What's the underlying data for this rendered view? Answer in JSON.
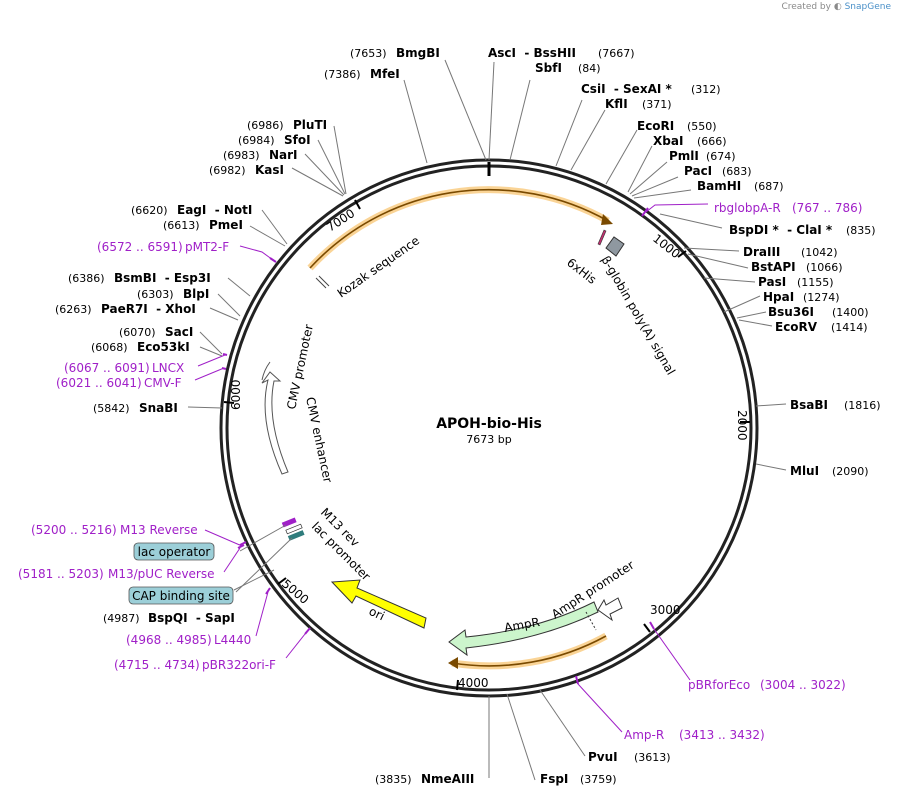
{
  "credit": {
    "prefix": "Created by",
    "brand": "SnapGene"
  },
  "plasmid": {
    "name": "APOH-bio-His",
    "size_label": "7673 bp"
  },
  "ticks": [
    "1000",
    "2000",
    "3000",
    "4000",
    "5000",
    "6000",
    "7000"
  ],
  "sites": [
    {
      "pos": "(7653)",
      "name": "BmgBI"
    },
    {
      "pos": "(7386)",
      "name": "MfeI"
    },
    {
      "name": "AscI  - BssHII",
      "pos": "(7667)"
    },
    {
      "name": "SbfI",
      "pos": "(84)"
    },
    {
      "name": "CsiI  - SexAI *",
      "pos": "(312)"
    },
    {
      "name": "KflI",
      "pos": "(371)"
    },
    {
      "name": "EcoRI",
      "pos": "(550)"
    },
    {
      "name": "XbaI",
      "pos": "(666)"
    },
    {
      "name": "PmlI",
      "pos": "(674)"
    },
    {
      "name": "PacI",
      "pos": "(683)"
    },
    {
      "name": "BamHI",
      "pos": "(687)"
    },
    {
      "name": "BspDI *  - ClaI *",
      "pos": "(835)"
    },
    {
      "name": "DraIII",
      "pos": "(1042)"
    },
    {
      "name": "BstAPI",
      "pos": "(1066)"
    },
    {
      "name": "PasI",
      "pos": "(1155)"
    },
    {
      "name": "HpaI",
      "pos": "(1274)"
    },
    {
      "name": "Bsu36I",
      "pos": "(1400)"
    },
    {
      "name": "EcoRV",
      "pos": "(1414)"
    },
    {
      "name": "BsaBI",
      "pos": "(1816)"
    },
    {
      "name": "MluI",
      "pos": "(2090)"
    },
    {
      "name": "PvuI",
      "pos": "(3613)"
    },
    {
      "name": "FspI",
      "pos": "(3759)"
    },
    {
      "pos": "(3835)",
      "name": "NmeAIII"
    },
    {
      "pos": "(4987)",
      "name": "BspQI  - SapI"
    },
    {
      "pos": "(5842)",
      "name": "SnaBI"
    },
    {
      "pos": "(6068)",
      "name": "Eco53kI"
    },
    {
      "pos": "(6070)",
      "name": "SacI"
    },
    {
      "pos": "(6263)",
      "name": "PaeR7I  - XhoI"
    },
    {
      "pos": "(6303)",
      "name": "BlpI"
    },
    {
      "pos": "(6386)",
      "name": "BsmBI  - Esp3I"
    },
    {
      "pos": "(6613)",
      "name": "PmeI"
    },
    {
      "pos": "(6620)",
      "name": "EagI  - NotI"
    },
    {
      "pos": "(6982)",
      "name": "KasI"
    },
    {
      "pos": "(6983)",
      "name": "NarI"
    },
    {
      "pos": "(6984)",
      "name": "SfoI"
    },
    {
      "pos": "(6986)",
      "name": "PluTI"
    }
  ],
  "primers": [
    {
      "name": "rbglobpA-R",
      "range": "(767 .. 786)"
    },
    {
      "name": "pBRforEco",
      "range": "(3004 .. 3022)"
    },
    {
      "name": "Amp-R",
      "range": "(3413 .. 3432)"
    },
    {
      "range": "(4715 .. 4734)",
      "name": "pBR322ori-F"
    },
    {
      "range": "(4968 .. 4985)",
      "name": "L4440"
    },
    {
      "range": "(5181 .. 5203)",
      "name": "M13/pUC Reverse"
    },
    {
      "range": "(5200 .. 5216)",
      "name": "M13 Reverse"
    },
    {
      "range": "(6021 .. 6041)",
      "name": "CMV-F"
    },
    {
      "range": "(6067 .. 6091)",
      "name": "LNCX"
    },
    {
      "range": "(6572 .. 6591)",
      "name": "pMT2-F"
    }
  ],
  "boxed_features": [
    "lac operator",
    "CAP binding site"
  ],
  "features": [
    "Kozak sequence",
    "6xHis",
    "β-globin poly(A) signal",
    "CMV promoter",
    "CMV enhancer",
    "M13 rev",
    "lac promoter",
    "ori",
    "AmpR",
    "AmpR promoter"
  ],
  "colors": {
    "backbone": "#222222",
    "orf_glow": "#f5b040",
    "primer": "#a020c8",
    "ori": "#ffff00",
    "ampr": "#ccf5cc",
    "box": "#9ccfd8",
    "polyA": "#8f98a0"
  }
}
